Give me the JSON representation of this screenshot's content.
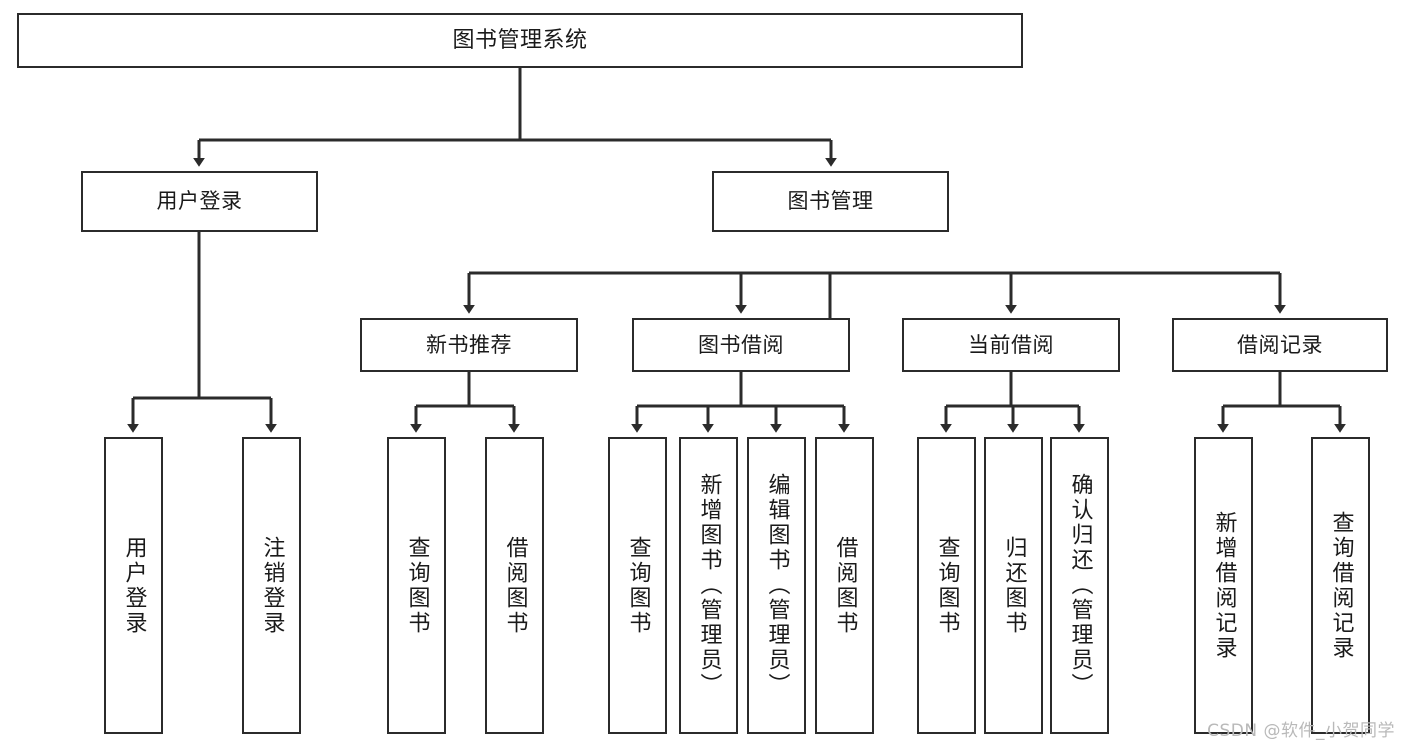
{
  "diagram": {
    "title": "图书管理系统",
    "type": "tree-hierarchy-chart",
    "root": {
      "id": "root",
      "label": "图书管理系统"
    },
    "level2": [
      {
        "id": "user-login",
        "label": "用户登录"
      },
      {
        "id": "book-manage",
        "label": "图书管理"
      }
    ],
    "level3": [
      {
        "id": "new-book-recommend",
        "label": "新书推荐"
      },
      {
        "id": "book-borrow",
        "label": "图书借阅"
      },
      {
        "id": "current-borrow",
        "label": "当前借阅"
      },
      {
        "id": "borrow-record",
        "label": "借阅记录"
      }
    ],
    "leaves": {
      "user_login": [
        {
          "id": "leaf-user-login",
          "label": "用户登录"
        },
        {
          "id": "leaf-logout",
          "label": "注销登录"
        }
      ],
      "new_book_recommend": [
        {
          "id": "leaf-query-book-1",
          "label": "查询图书"
        },
        {
          "id": "leaf-borrow-book-1",
          "label": "借阅图书"
        }
      ],
      "book_borrow": [
        {
          "id": "leaf-query-book-2",
          "label": "查询图书"
        },
        {
          "id": "leaf-add-book",
          "label": "新增图书（管理员）"
        },
        {
          "id": "leaf-edit-book",
          "label": "编辑图书（管理员）"
        },
        {
          "id": "leaf-borrow-book-2",
          "label": "借阅图书"
        }
      ],
      "current_borrow": [
        {
          "id": "leaf-query-book-3",
          "label": "查询图书"
        },
        {
          "id": "leaf-return-book",
          "label": "归还图书"
        },
        {
          "id": "leaf-confirm-return",
          "label": "确认归还（管理员）"
        }
      ],
      "borrow_record": [
        {
          "id": "leaf-add-record",
          "label": "新增借阅记录"
        },
        {
          "id": "leaf-query-record",
          "label": "查询借阅记录"
        }
      ]
    }
  },
  "watermark": {
    "text": "CSDN @软件_小贺同学"
  },
  "colors": {
    "background": "#ffffff",
    "node_fill": "#ffffff",
    "node_border": "#2b2b2b",
    "edge": "#2b2b2b",
    "text": "#1a1a1a",
    "watermark": "#b9b9b9"
  }
}
